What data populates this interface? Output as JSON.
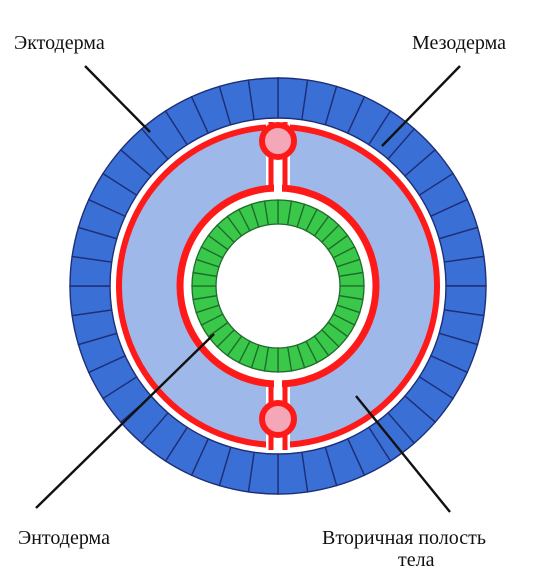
{
  "labels": {
    "ectoderm": "Эктодерма",
    "mesoderm": "Мезодерма",
    "entoderm": "Энтодерма",
    "coelom_line1": "Вторичная полость",
    "coelom_line2": "тела"
  },
  "colors": {
    "ectoderm_fill": "#3a6fd6",
    "ectoderm_stroke": "#1e2f78",
    "mesoderm_stroke": "#ff1a1a",
    "coelom_fill": "#9fb8ea",
    "entoderm_fill": "#39c84a",
    "entoderm_stroke": "#1f6b2a",
    "mesentery_node": "#f4a7b6",
    "leader": "#111111"
  },
  "counts": {
    "ectoderm_cells": 44,
    "entoderm_cells": 40
  }
}
